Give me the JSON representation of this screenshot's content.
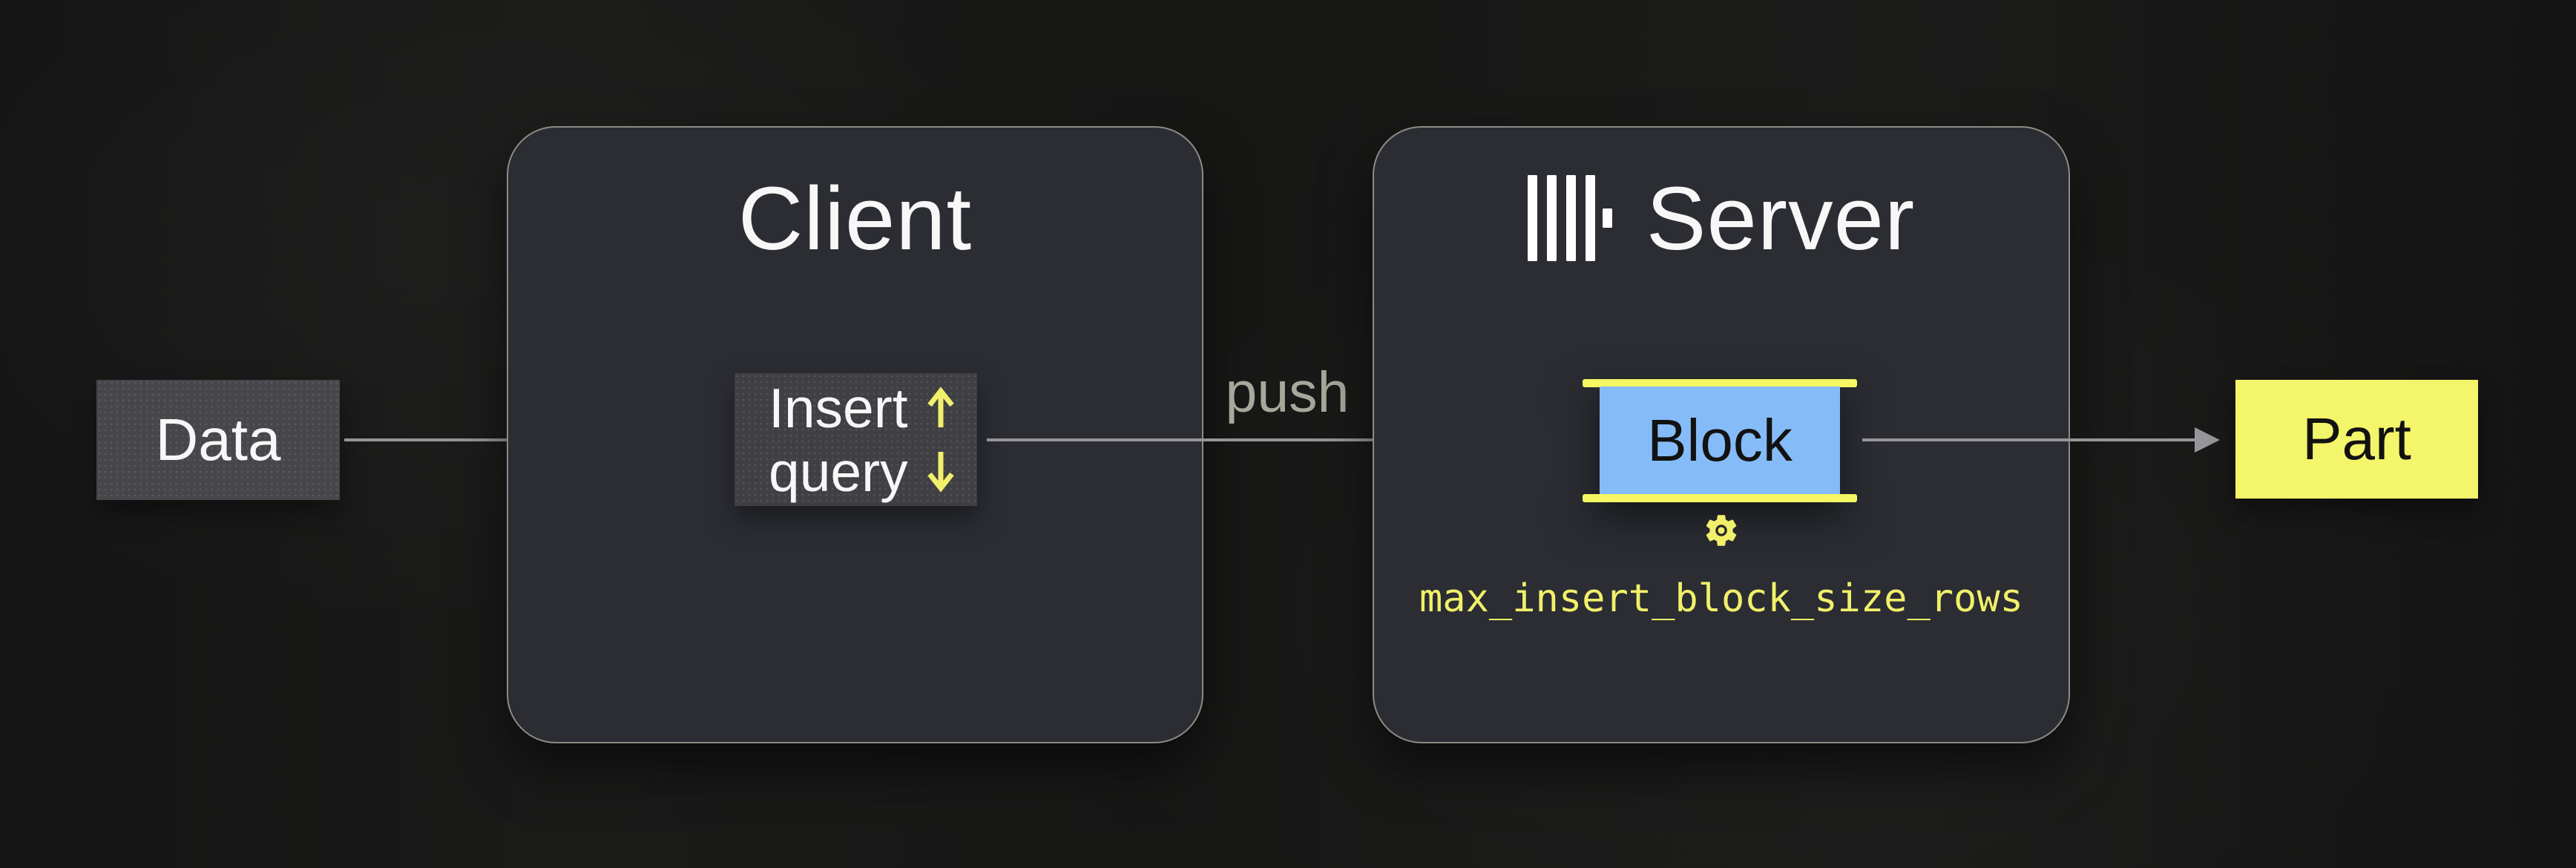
{
  "nodes": {
    "data": {
      "label": "Data"
    },
    "client": {
      "title": "Client"
    },
    "insert_query": {
      "line1": "Insert",
      "line2": "query"
    },
    "push": {
      "label": "push"
    },
    "server": {
      "title": "Server"
    },
    "block": {
      "label": "Block"
    },
    "setting": {
      "label": "max_insert_block_size_rows"
    },
    "part": {
      "label": "Part"
    }
  },
  "icons": {
    "server_logo": "clickhouse-logo",
    "gear": "gear",
    "insert_up": "arrow-up",
    "insert_down": "arrow-down"
  },
  "colors": {
    "background": "#181817",
    "panel_fill": "#2b2d33",
    "panel_border": "#8b8b86",
    "data_box_fill": "#46464b",
    "insert_box_fill": "#3f3f44",
    "arrow_gray": "#96969a",
    "push_text": "#a7a89c",
    "accent_yellow": "#f1f06a",
    "bar_yellow": "#f5f763",
    "block_blue": "#85bbf7",
    "part_fill": "#f3f56a",
    "white_text": "#f7f7f7",
    "black_text": "#121212"
  }
}
